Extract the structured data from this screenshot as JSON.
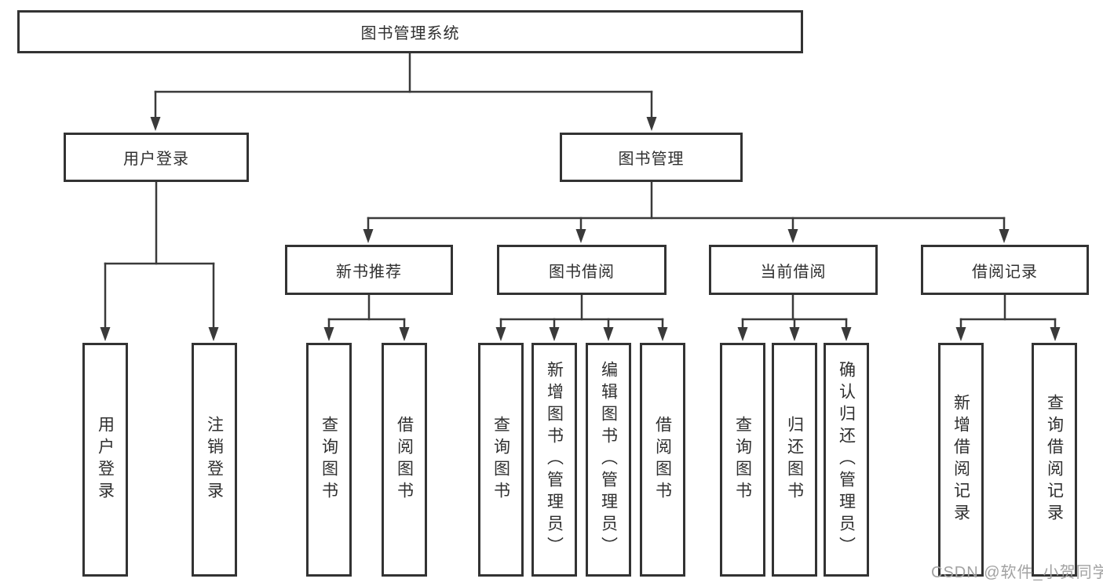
{
  "diagram": {
    "title": "图书管理系统",
    "nodes": {
      "root": {
        "label": "图书管理系统"
      },
      "user_login": {
        "label": "用户登录"
      },
      "book_management": {
        "label": "图书管理"
      },
      "new_book_recommend": {
        "label": "新书推荐"
      },
      "book_borrowing": {
        "label": "图书借阅"
      },
      "current_borrowing": {
        "label": "当前借阅"
      },
      "borrowing_records": {
        "label": "借阅记录"
      },
      "leaf_user_login": {
        "label": "用户登录"
      },
      "leaf_logout": {
        "label": "注销登录"
      },
      "leaf_recommend_query_books": {
        "label": "查询图书"
      },
      "leaf_recommend_borrow_books": {
        "label": "借阅图书"
      },
      "leaf_borrowing_query_books": {
        "label": "查询图书"
      },
      "leaf_borrowing_add_books": {
        "label": "新增图书（管理员）"
      },
      "leaf_borrowing_edit_books": {
        "label": "编辑图书（管理员）"
      },
      "leaf_borrowing_borrow_books": {
        "label": "借阅图书"
      },
      "leaf_current_query_books": {
        "label": "查询图书"
      },
      "leaf_current_return_books": {
        "label": "归还图书"
      },
      "leaf_current_confirm_return": {
        "label": "确认归还（管理员）"
      },
      "leaf_records_add_record": {
        "label": "新增借阅记录"
      },
      "leaf_records_query_record": {
        "label": "查询借阅记录"
      }
    },
    "edges": [
      [
        "图书管理系统",
        "用户登录"
      ],
      [
        "图书管理系统",
        "图书管理"
      ],
      [
        "用户登录",
        "用户登录(叶)"
      ],
      [
        "用户登录",
        "注销登录"
      ],
      [
        "图书管理",
        "新书推荐"
      ],
      [
        "图书管理",
        "图书借阅"
      ],
      [
        "图书管理",
        "当前借阅"
      ],
      [
        "图书管理",
        "借阅记录"
      ],
      [
        "新书推荐",
        "查询图书"
      ],
      [
        "新书推荐",
        "借阅图书"
      ],
      [
        "图书借阅",
        "查询图书"
      ],
      [
        "图书借阅",
        "新增图书（管理员）"
      ],
      [
        "图书借阅",
        "编辑图书（管理员）"
      ],
      [
        "图书借阅",
        "借阅图书"
      ],
      [
        "当前借阅",
        "查询图书"
      ],
      [
        "当前借阅",
        "归还图书"
      ],
      [
        "当前借阅",
        "确认归还（管理员）"
      ],
      [
        "借阅记录",
        "新增借阅记录"
      ],
      [
        "借阅记录",
        "查询借阅记录"
      ]
    ]
  },
  "watermark": "CSDN @软件_小贺同学",
  "colors": {
    "line": "#3a3a3a",
    "border": "#333333",
    "text": "#2f2f2f",
    "watermark": "#a2a2a2",
    "background": "#ffffff"
  }
}
